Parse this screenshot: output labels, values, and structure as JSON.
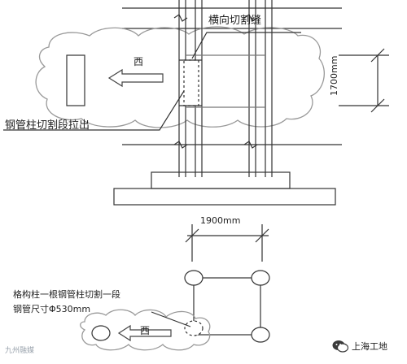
{
  "labels": {
    "transverse_cut_seam": "横向切割缝",
    "west_top": "西",
    "height_dim": "1700mm",
    "pull_out": "钢管柱切割段拉出",
    "width_dim": "1900mm",
    "member_note": "格构柱一根钢管柱切割一段",
    "pipe_size": "钢管尺寸Φ530mm",
    "west_bottom": "西"
  },
  "watermarks": {
    "bottom_left": "九州融媒",
    "wechat_account": "上海工地"
  },
  "icons": {
    "wechat": "wechat-icon"
  }
}
